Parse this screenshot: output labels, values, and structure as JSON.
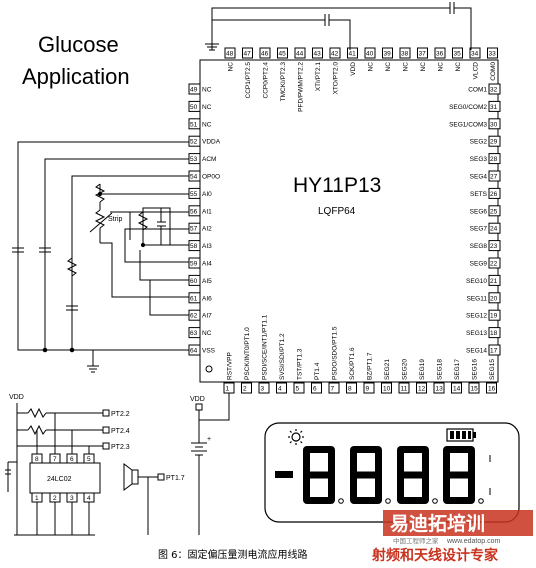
{
  "title_line1": "Glucose",
  "title_line2": "Application",
  "chip": {
    "name": "HY11P13",
    "package": "LQFP64",
    "left_pins": [
      {
        "num": "49",
        "name": "NC"
      },
      {
        "num": "50",
        "name": "NC"
      },
      {
        "num": "51",
        "name": "NC"
      },
      {
        "num": "52",
        "name": "VDDA"
      },
      {
        "num": "53",
        "name": "ACM"
      },
      {
        "num": "54",
        "name": "OP0O"
      },
      {
        "num": "55",
        "name": "AI0"
      },
      {
        "num": "56",
        "name": "AI1"
      },
      {
        "num": "57",
        "name": "AI2"
      },
      {
        "num": "58",
        "name": "AI3"
      },
      {
        "num": "59",
        "name": "AI4"
      },
      {
        "num": "60",
        "name": "AI5"
      },
      {
        "num": "61",
        "name": "AI6"
      },
      {
        "num": "62",
        "name": "AI7"
      },
      {
        "num": "63",
        "name": "NC"
      },
      {
        "num": "64",
        "name": "VSS"
      }
    ],
    "right_pins": [
      {
        "num": "32",
        "name": "COM1"
      },
      {
        "num": "31",
        "name": "SEG0/COM2"
      },
      {
        "num": "30",
        "name": "SEG1/COM3"
      },
      {
        "num": "29",
        "name": "SEG2"
      },
      {
        "num": "28",
        "name": "SEG3"
      },
      {
        "num": "27",
        "name": "SEG4"
      },
      {
        "num": "26",
        "name": "SETS"
      },
      {
        "num": "25",
        "name": "SEG6"
      },
      {
        "num": "24",
        "name": "SEG7"
      },
      {
        "num": "23",
        "name": "SEG8"
      },
      {
        "num": "22",
        "name": "SEG9"
      },
      {
        "num": "21",
        "name": "SEG10"
      },
      {
        "num": "20",
        "name": "SEG11"
      },
      {
        "num": "19",
        "name": "SEG12"
      },
      {
        "num": "18",
        "name": "SEG13"
      },
      {
        "num": "17",
        "name": "SEG14"
      }
    ],
    "top_pins": [
      {
        "num": "48",
        "name": "NC"
      },
      {
        "num": "47",
        "name": "CCP1/PT2.5"
      },
      {
        "num": "46",
        "name": "CCP0/PT2.4"
      },
      {
        "num": "45",
        "name": "TMCKI/PT2.3"
      },
      {
        "num": "44",
        "name": "PFD/PWM/PT2.2"
      },
      {
        "num": "43",
        "name": "XTI/PT2.1"
      },
      {
        "num": "42",
        "name": "XTO/PT2.0"
      },
      {
        "num": "41",
        "name": "VDD"
      },
      {
        "num": "40",
        "name": "NC"
      },
      {
        "num": "39",
        "name": "NC"
      },
      {
        "num": "38",
        "name": "NC"
      },
      {
        "num": "37",
        "name": "NC"
      },
      {
        "num": "36",
        "name": "NC"
      },
      {
        "num": "35",
        "name": "NC"
      },
      {
        "num": "34",
        "name": "VLCD"
      },
      {
        "num": "33",
        "name": "COM0"
      }
    ],
    "bottom_pins": [
      {
        "num": "1",
        "name": "RST/VPP"
      },
      {
        "num": "2",
        "name": "PSCK/INT0/PT1.0"
      },
      {
        "num": "3",
        "name": "PSDI/SCE/INT1/PT1.1"
      },
      {
        "num": "4",
        "name": "SVSI/SDI/PT1.2"
      },
      {
        "num": "5",
        "name": "TST/PT1.3"
      },
      {
        "num": "6",
        "name": "PT1.4"
      },
      {
        "num": "7",
        "name": "PSDO/SDO/PT1.5"
      },
      {
        "num": "8",
        "name": "SCK/PT1.6"
      },
      {
        "num": "9",
        "name": "BZ/PT1.7"
      },
      {
        "num": "10",
        "name": "SEG21"
      },
      {
        "num": "11",
        "name": "SEG20"
      },
      {
        "num": "12",
        "name": "SEG19"
      },
      {
        "num": "13",
        "name": "SEG18"
      },
      {
        "num": "14",
        "name": "SEG17"
      },
      {
        "num": "15",
        "name": "SEG16"
      },
      {
        "num": "16",
        "name": "SEG15"
      }
    ]
  },
  "labels": {
    "strip": "Strip",
    "vdd1": "VDD",
    "vdd2": "VDD",
    "eeprom": "24LC02",
    "eeprom_top": [
      "8",
      "7",
      "6",
      "5"
    ],
    "eeprom_bottom": [
      "1",
      "2",
      "3",
      "4"
    ],
    "pt22": "PT2.2",
    "pt24": "PT2.4",
    "pt23": "PT2.3",
    "pt17": "PT1.7",
    "plus": "+"
  },
  "caption": "图 6：固定偏压量测电流应用线路",
  "watermark_top": "易迪拓培训",
  "watermark_bottom": "射频和天线设计专家",
  "watermark_site": "www.edatop.com",
  "watermark_small": "中国工程师之家",
  "colors": {
    "nc": "#d42a1a",
    "lcd_segment": "#000000",
    "watermark": "#c8321e"
  }
}
